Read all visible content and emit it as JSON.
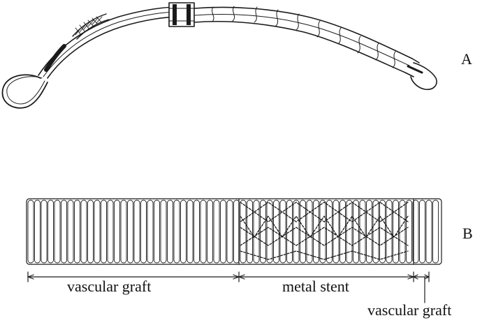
{
  "panels": {
    "a": {
      "letter": "A"
    },
    "b": {
      "letter": "B"
    }
  },
  "labels": {
    "graft_left": "vascular graft",
    "stent": "metal stent",
    "graft_right": "vascular graft"
  },
  "colors": {
    "ink": "#1a1a1a",
    "paper": "#ffffff"
  }
}
